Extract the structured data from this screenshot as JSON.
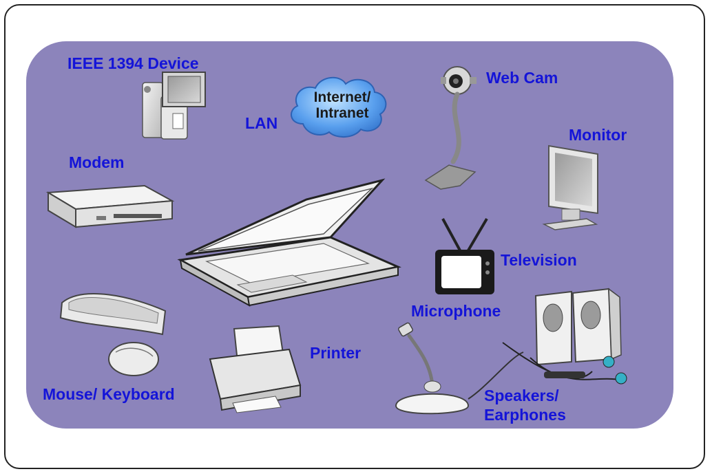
{
  "labels": {
    "ieee1394": "IEEE 1394 Device",
    "lan": "LAN",
    "internet_line1": "Internet/",
    "internet_line2": "Intranet",
    "webcam": "Web Cam",
    "monitor": "Monitor",
    "modem": "Modem",
    "television": "Television",
    "microphone": "Microphone",
    "printer": "Printer",
    "mouse_keyboard": "Mouse/ Keyboard",
    "speakers_line1": "Speakers/",
    "speakers_line2": "Earphones"
  },
  "colors": {
    "panel": "#8c84bb",
    "label": "#1414d8",
    "cloud": "#4f8ee0"
  }
}
